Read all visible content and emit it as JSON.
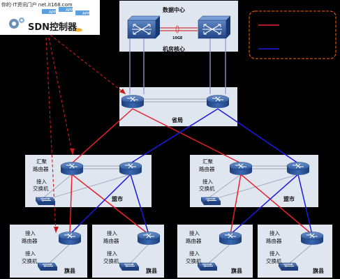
{
  "watermark": "你的·IT资讯门户 net.it168.com",
  "sdn": {
    "title": "SDN控制器",
    "app_labels": [
      "APP",
      "APP",
      "APP"
    ]
  },
  "datacenter": {
    "title": "数据中心",
    "core_label": "机房核心",
    "link_label": "10GE"
  },
  "province": {
    "label": "省局"
  },
  "city_left": {
    "agg_label_1": "汇聚",
    "agg_label_2": "路由器",
    "acc_label_1": "接入",
    "acc_label_2": "交换机",
    "region": "盟市"
  },
  "city_right": {
    "agg_label_1": "汇聚",
    "agg_label_2": "路由器",
    "acc_label_1": "接入",
    "acc_label_2": "交换机",
    "region": "盟市"
  },
  "counties": [
    {
      "r1": "接入",
      "r2": "路由器",
      "s1": "接入",
      "s2": "交换机",
      "region": "旗县"
    },
    {
      "r1": "接入",
      "r2": "路由器",
      "s1": "接入",
      "s2": "交换机",
      "region": "旗县"
    },
    {
      "r1": "接入",
      "r2": "路由器",
      "s1": "接入",
      "s2": "交换机",
      "region": "旗县"
    },
    {
      "r1": "接入",
      "r2": "路由器",
      "s1": "接入",
      "s2": "交换机",
      "region": "旗县"
    }
  ],
  "colors": {
    "red_link": "#e8202a",
    "blue_link": "#1a1adf",
    "legend_border": "#ff6600",
    "panel": "#dfe6f0"
  }
}
